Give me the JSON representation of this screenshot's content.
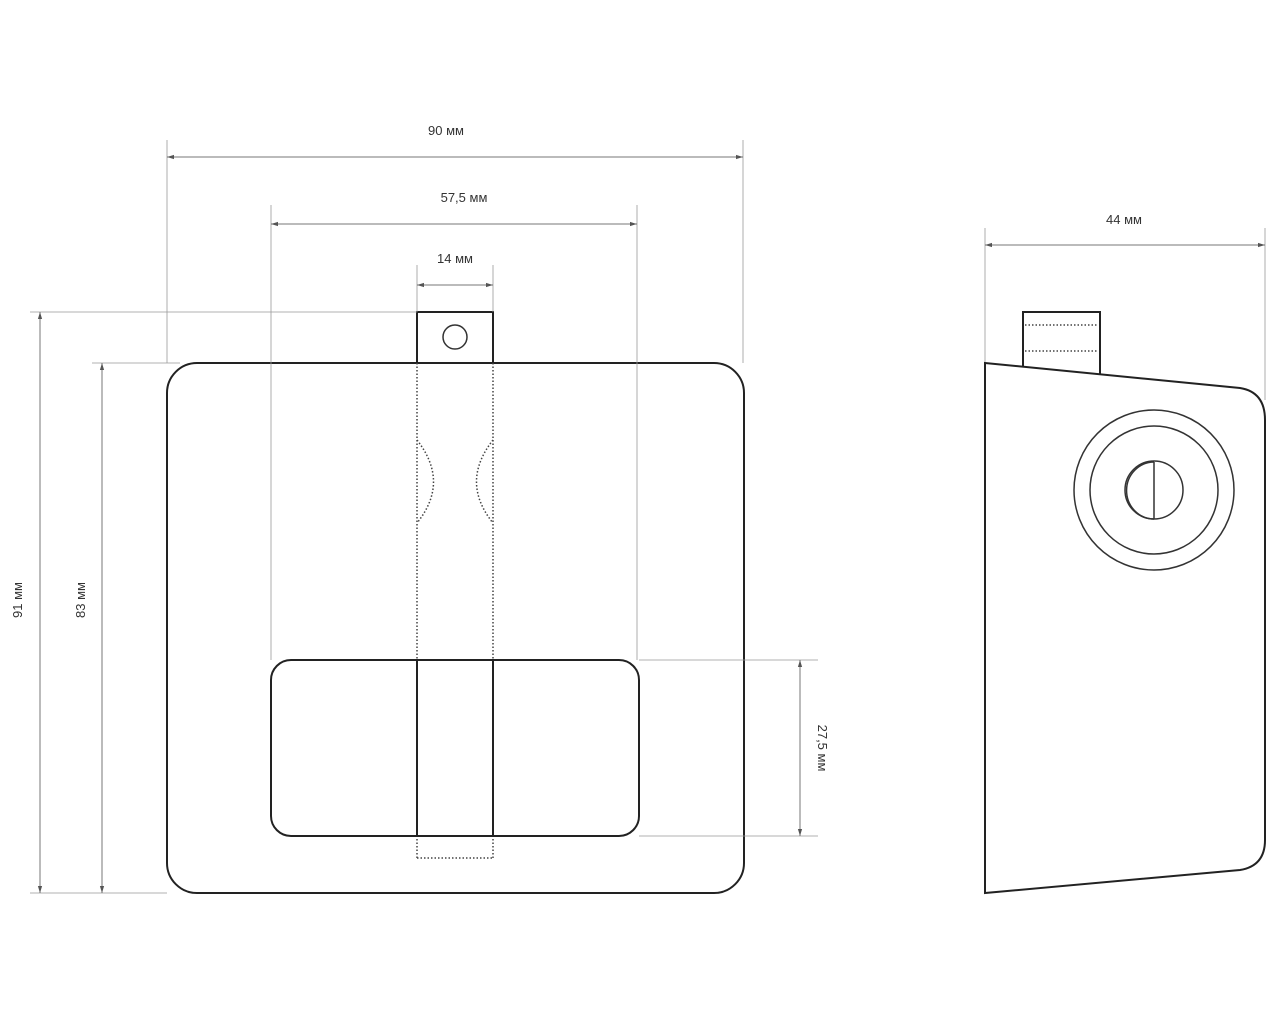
{
  "front_view": {
    "width_label": "90 мм",
    "inner_width_label": "57,5 мм",
    "tab_width_label": "14 мм",
    "total_height_label": "91 мм",
    "body_height_label": "83 мм",
    "handle_height_label": "27,5 мм"
  },
  "side_view": {
    "depth_label": "44 мм"
  }
}
